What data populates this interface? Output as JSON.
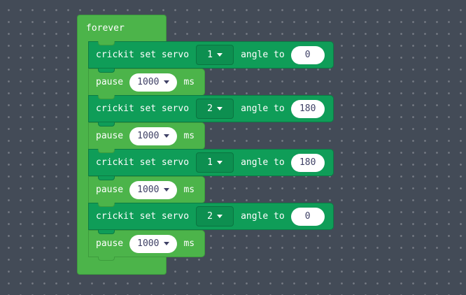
{
  "colors": {
    "workspace_bg": "#434b57",
    "loops_green": "#4cb44a",
    "loops_border": "#3d9c3d",
    "crickit_green": "#0f9d58",
    "crickit_border": "#0b7b44",
    "dropdown_green": "#0d8f50",
    "field_text": "#3f4166",
    "label_text": "#ffffff"
  },
  "forever": {
    "label": "forever"
  },
  "rows": [
    {
      "kind": "crickit",
      "text": "crickit set servo",
      "servo": "1",
      "text2": "angle to",
      "angle": "0"
    },
    {
      "kind": "pause",
      "text": "pause",
      "duration": "1000",
      "unit": "ms"
    },
    {
      "kind": "crickit",
      "text": "crickit set servo",
      "servo": "2",
      "text2": "angle to",
      "angle": "180"
    },
    {
      "kind": "pause",
      "text": "pause",
      "duration": "1000",
      "unit": "ms"
    },
    {
      "kind": "crickit",
      "text": "crickit set servo",
      "servo": "1",
      "text2": "angle to",
      "angle": "180"
    },
    {
      "kind": "pause",
      "text": "pause",
      "duration": "1000",
      "unit": "ms"
    },
    {
      "kind": "crickit",
      "text": "crickit set servo",
      "servo": "2",
      "text2": "angle to",
      "angle": "0"
    },
    {
      "kind": "pause",
      "text": "pause",
      "duration": "1000",
      "unit": "ms"
    }
  ]
}
